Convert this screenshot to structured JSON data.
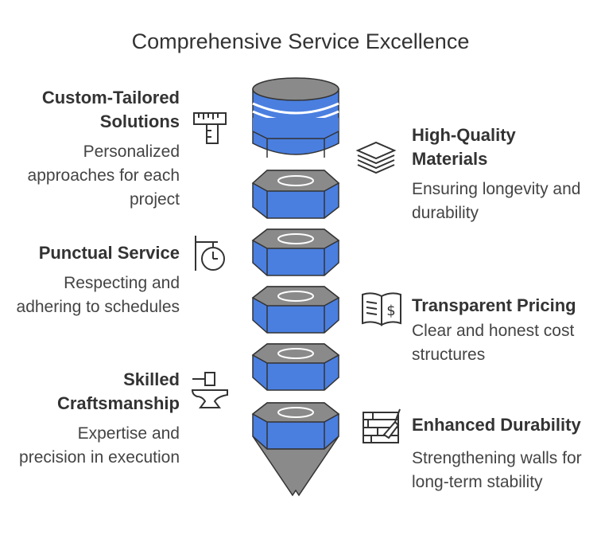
{
  "title": "Comprehensive Service Excellence",
  "items": [
    {
      "heading": "Custom-Tailored Solutions",
      "description": "Personalized approaches for each project",
      "icon": "ruler-icon"
    },
    {
      "heading": "High-Quality Materials",
      "description": "Ensuring longevity and durability",
      "icon": "layers-icon"
    },
    {
      "heading": "Punctual Service",
      "description": "Respecting and adhering to schedules",
      "icon": "clock-sign-icon"
    },
    {
      "heading": "Transparent Pricing",
      "description": "Clear and honest cost structures",
      "icon": "price-book-icon"
    },
    {
      "heading": "Skilled Craftsmanship",
      "description": "Expertise and precision in execution",
      "icon": "anvil-hammer-icon"
    },
    {
      "heading": "Enhanced Durability",
      "description": "Strengthening walls for long-term stability",
      "icon": "brick-wall-trowel-icon"
    }
  ],
  "colors": {
    "accent": "#4a7fe0",
    "cap": "#8a8a8a",
    "stroke": "#333333"
  }
}
